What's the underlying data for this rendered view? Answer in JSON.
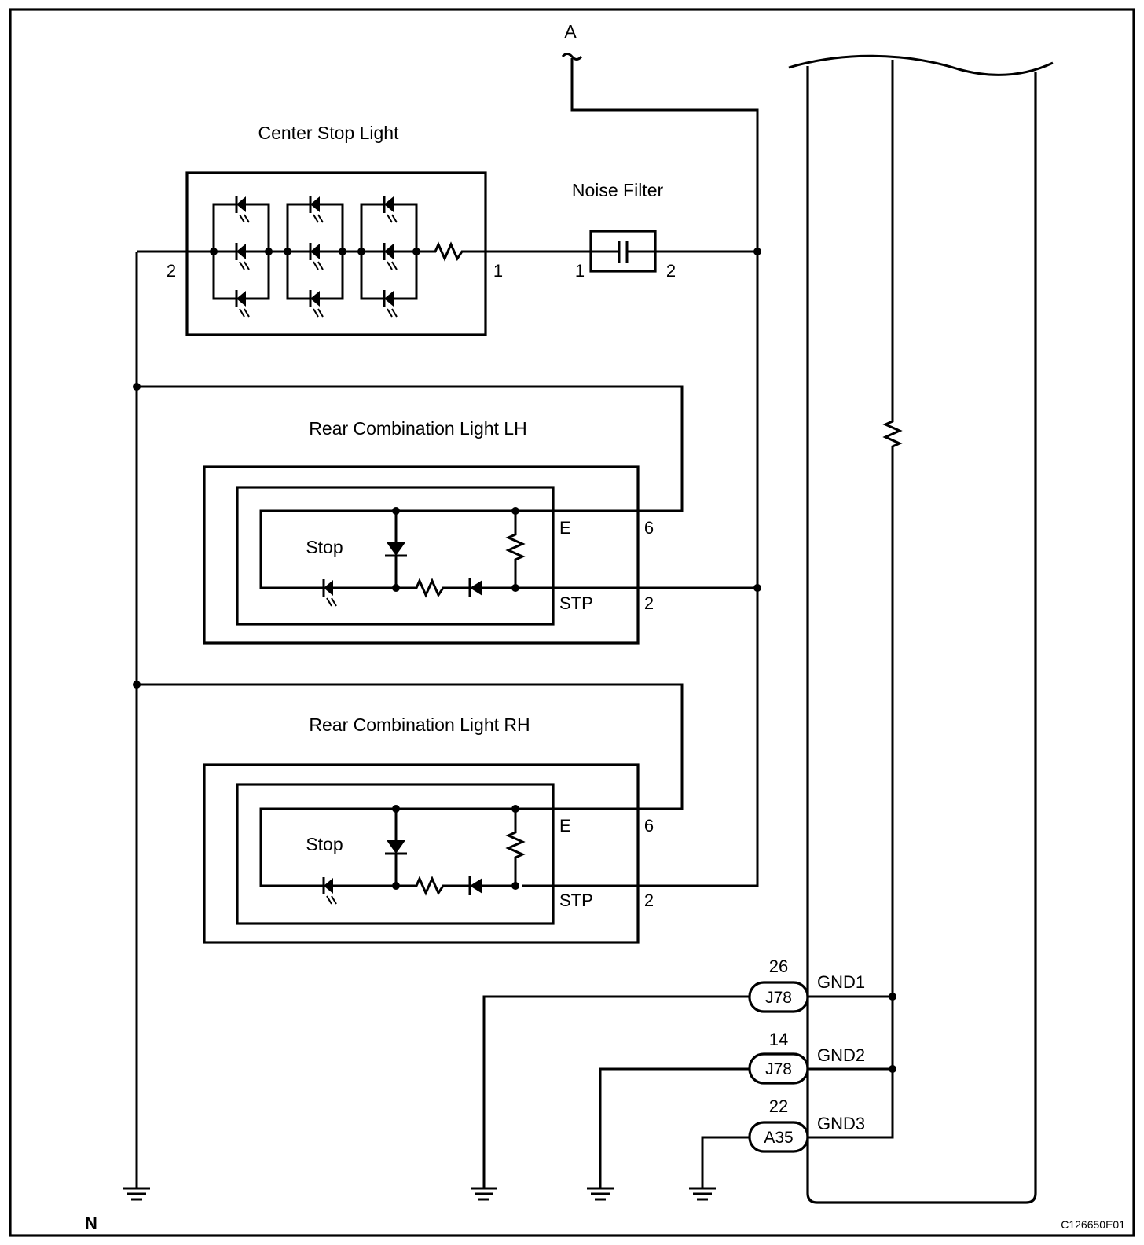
{
  "labels": {
    "feed_a": "A",
    "center_stop_light": "Center Stop Light",
    "noise_filter": "Noise Filter",
    "rear_lh": "Rear Combination Light LH",
    "rear_rh": "Rear Combination Light RH",
    "stop": "Stop",
    "bottom_left": "N",
    "figure_code": "C126650E01"
  },
  "pins": {
    "center_left": "2",
    "center_right": "1",
    "filter_left": "1",
    "filter_right": "2",
    "e": "E",
    "stp": "STP",
    "e_pin": "6",
    "stp_pin": "2"
  },
  "grounds": [
    {
      "pin": "26",
      "connector": "J78",
      "terminal": "GND1"
    },
    {
      "pin": "14",
      "connector": "J78",
      "terminal": "GND2"
    },
    {
      "pin": "22",
      "connector": "A35",
      "terminal": "GND3"
    }
  ]
}
